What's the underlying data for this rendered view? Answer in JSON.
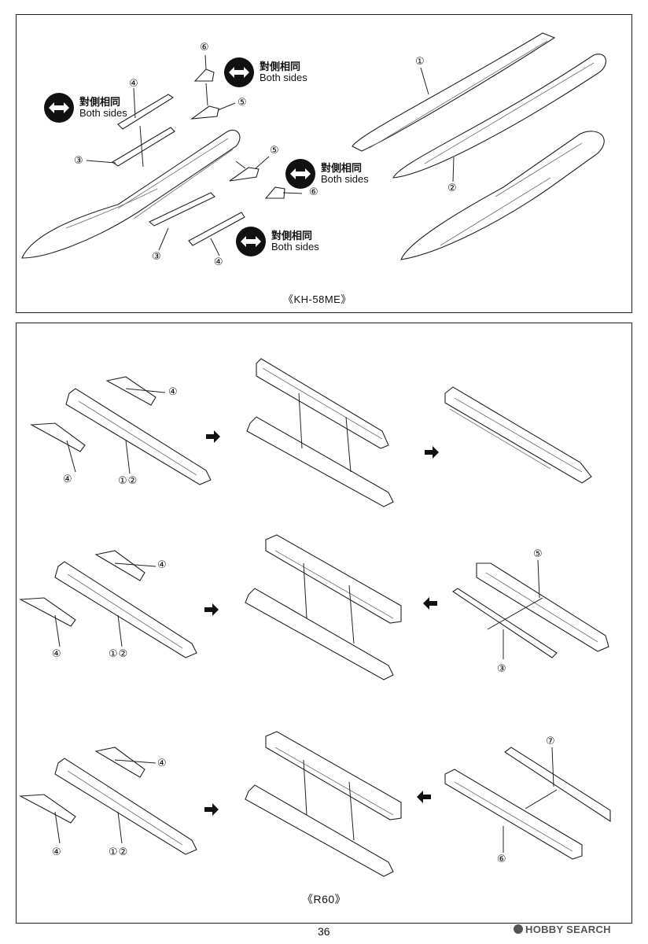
{
  "top_section": {
    "caption": "《KH-58ME》",
    "both_sides_labels": [
      {
        "jp": "對側相同",
        "en": "Both sides"
      },
      {
        "jp": "對側相同",
        "en": "Both sides"
      },
      {
        "jp": "對側相同",
        "en": "Both sides"
      },
      {
        "jp": "對側相同",
        "en": "Both sides"
      }
    ],
    "part_numbers": [
      "①",
      "②",
      "③",
      "③",
      "④",
      "④",
      "⑤",
      "⑤",
      "⑥",
      "⑥"
    ]
  },
  "bottom_section": {
    "caption": "《R60》",
    "rows": [
      {
        "parts_left": [
          "④",
          "④",
          "①②"
        ],
        "parts_right": []
      },
      {
        "parts_left": [
          "④",
          "④",
          "①②"
        ],
        "parts_right": [
          "⑤",
          "③"
        ]
      },
      {
        "parts_left": [
          "④",
          "④",
          "①②"
        ],
        "parts_right": [
          "⑦",
          "⑥"
        ]
      }
    ]
  },
  "page_number": "36",
  "watermark": "HOBBY SEARCH"
}
